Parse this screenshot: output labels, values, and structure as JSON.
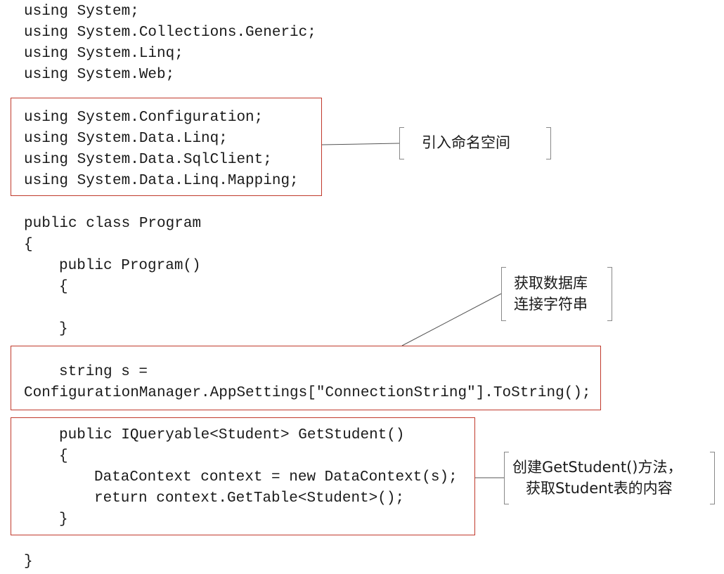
{
  "code": {
    "line1": "using System;",
    "line2": "using System.Collections.Generic;",
    "line3": "using System.Linq;",
    "line4": "using System.Web;",
    "line5": "using System.Configuration;",
    "line6": "using System.Data.Linq;",
    "line7": "using System.Data.SqlClient;",
    "line8": "using System.Data.Linq.Mapping;",
    "line9": "public class Program",
    "line10": "{",
    "line11": "public Program()",
    "line12": "{",
    "line13": "}",
    "line14": "string s =",
    "line15": "ConfigurationManager.AppSettings[\"ConnectionString\"].ToString();",
    "line16": "public IQueryable<Student> GetStudent()",
    "line17": "{",
    "line18": "DataContext context = new DataContext(s);",
    "line19": "return context.GetTable<Student>();",
    "line20": "}",
    "line21": "}"
  },
  "callouts": {
    "namespace": "引入命名空间",
    "conn_line1": "获取数据库",
    "conn_line2": "连接字符串",
    "method_line1": "创建GetStudent()方法，",
    "method_line2": "获取Student表的内容"
  },
  "colors": {
    "box_border": "#c0392b",
    "leader_line": "#555555"
  }
}
